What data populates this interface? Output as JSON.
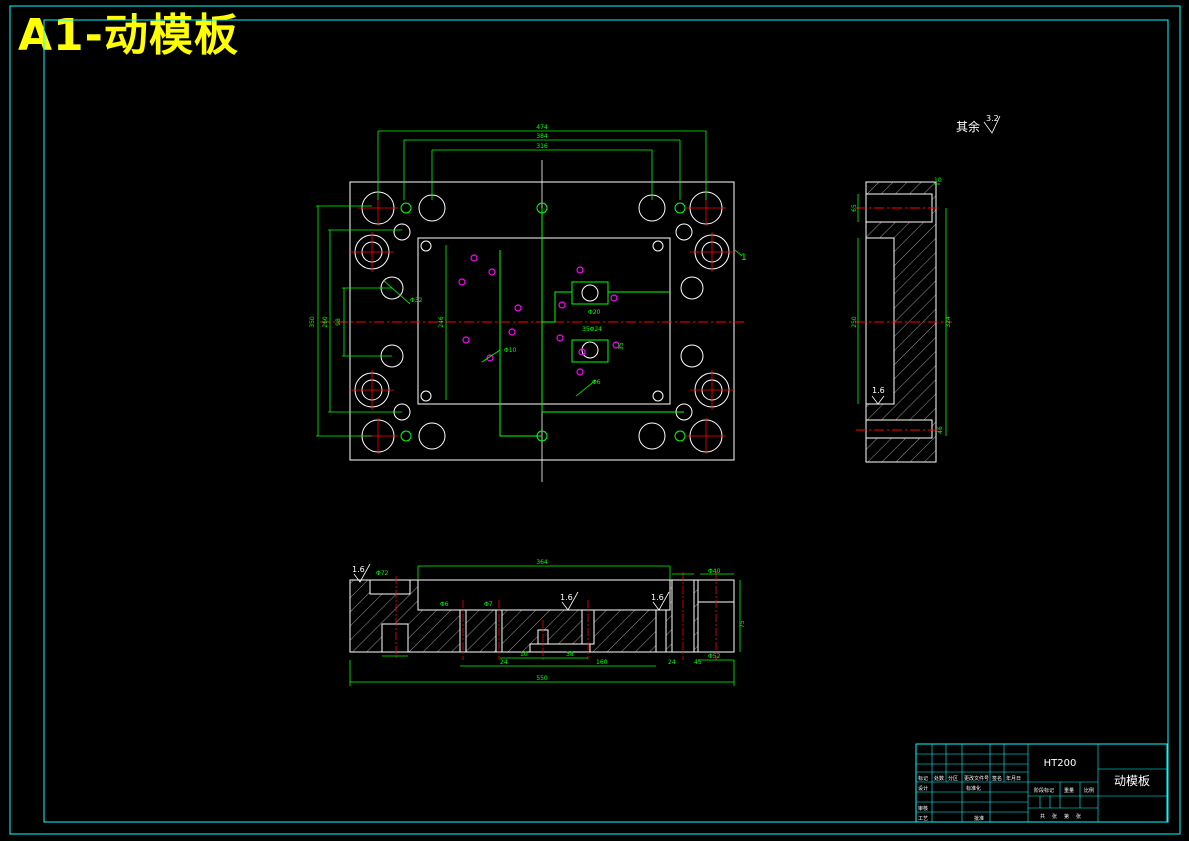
{
  "title": "A1-动模板",
  "colors": {
    "frame": "#00ffff",
    "outline": "#ffffff",
    "dimension": "#00ff00",
    "centerline": "#ff0000",
    "hatch": "#ffffff",
    "pin": "#ff00ff",
    "title_yellow": "#ffff00"
  },
  "plan_view": {
    "dim_top": [
      "474",
      "384",
      "316"
    ],
    "dim_left": [
      "350",
      "260",
      "98"
    ],
    "inner_width_label": "246",
    "hole_labels": [
      "Φ32",
      "Φ20",
      "Φ10",
      "Φ6"
    ],
    "pocket_labels": [
      "35Φ24",
      "35"
    ],
    "section_marker": "1"
  },
  "side_view": {
    "dims": [
      "250",
      "324",
      "65",
      "46",
      "10"
    ],
    "roughness": "1.6"
  },
  "roughness_note": {
    "text": "其余",
    "value": "3.2"
  },
  "section_view": {
    "top_dim": "364",
    "bottom_dims": [
      "24",
      "10",
      "38",
      "160",
      "24",
      "45"
    ],
    "overall": "550",
    "bore_dims": [
      "Φ72",
      "Φ52",
      "Φ40",
      "Φ7",
      "Φ6"
    ],
    "roughness": [
      "1.6",
      "1.6",
      "1.6"
    ],
    "height": "75"
  },
  "title_block": {
    "material": "HT200",
    "part_name": "动模板",
    "row_labels": [
      "标记",
      "设计",
      "审核",
      "工艺"
    ],
    "col_labels": [
      "处数",
      "分区",
      "更改文件号",
      "签名",
      "年月日"
    ],
    "stage_labels": [
      "阶段标记",
      "重量",
      "比例"
    ],
    "sheet_labels": [
      "共",
      "张",
      "第",
      "张"
    ],
    "standard": "标准化",
    "approve": "批准"
  }
}
